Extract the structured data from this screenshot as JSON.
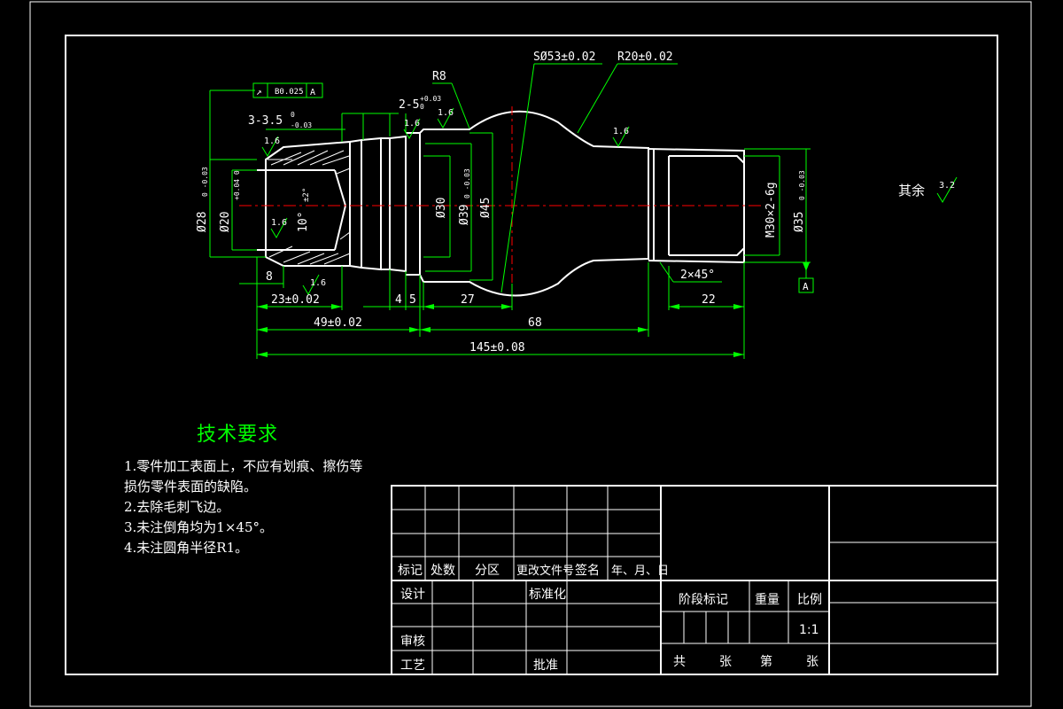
{
  "colors": {
    "outline": "#ffffff",
    "dimension": "#00ff00",
    "center": "#ff0000",
    "background": "#000000"
  },
  "dimensions": {
    "sphere": "SØ53±0.02",
    "radius20": "R20±0.02",
    "r8": "R8",
    "groove": "2-5",
    "groove_tol_upper": "+0.03",
    "groove_tol_lower": "0",
    "slot": "3-3.5",
    "slot_tol_upper": "0",
    "slot_tol_lower": "-0.03",
    "rough_16": "1.6",
    "d28": "Ø28",
    "d28_tol": "0 -0.03",
    "d20": "Ø20",
    "d20_tol": "+0.04 0",
    "angle10": "10°",
    "angle_tol": "±2°",
    "d30": "Ø30",
    "d39": "Ø39",
    "d39_tol": "0 -0.03",
    "d45": "Ø45",
    "m30": "M30×2-6g",
    "d35": "Ø35",
    "d35_tol": "0 -0.03",
    "chamfer": "2×45°",
    "len8": "8",
    "len23": "23±0.02",
    "len4": "4",
    "len5": "5",
    "len27": "27",
    "len22": "22",
    "len49": "49±0.02",
    "len68": "68",
    "len145": "145±0.08",
    "runout": "↗",
    "runout_val": "B0.025",
    "datum": "A",
    "remaining": "其余",
    "remaining_rough": "3.2"
  },
  "notes": {
    "title": "技术要求",
    "lines": [
      "1.零件加工表面上，不应有划痕、擦伤等",
      "损伤零件表面的缺陷。",
      "2.去除毛刺飞边。",
      "3.未注倒角均为1×45°。",
      "4.未注圆角半径R1。"
    ]
  },
  "title_block": {
    "rev_headers": [
      "标记",
      "处数",
      "分区",
      "更改文件号",
      "签名",
      "年、月、日"
    ],
    "design": "设计",
    "standard": "标准化",
    "review": "审核",
    "process": "工艺",
    "approve": "批准",
    "stage": "阶段标记",
    "weight": "重量",
    "scale_label": "比例",
    "scale": "1:1",
    "total": "共",
    "sheets": "张",
    "sheet_no": "第",
    "sheet": "张"
  }
}
